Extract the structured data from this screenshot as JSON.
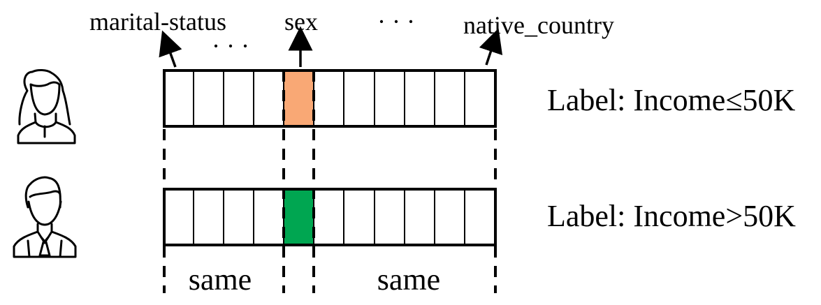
{
  "top_labels": {
    "marital": "marital-status",
    "sex": "sex",
    "native": "native_country",
    "dots_left": "· · ·",
    "dots_right": "· · ·"
  },
  "rows": [
    {
      "person": "woman-icon",
      "label": "Label: Income≤50K",
      "highlight_color": "#F9A875"
    },
    {
      "person": "man-icon",
      "label": "Label: Income>50K",
      "highlight_color": "#00A651"
    }
  ],
  "bottom_labels": {
    "left_same": "same",
    "right_same": "same"
  },
  "colors": {
    "line": "#000000",
    "background": "#ffffff"
  }
}
